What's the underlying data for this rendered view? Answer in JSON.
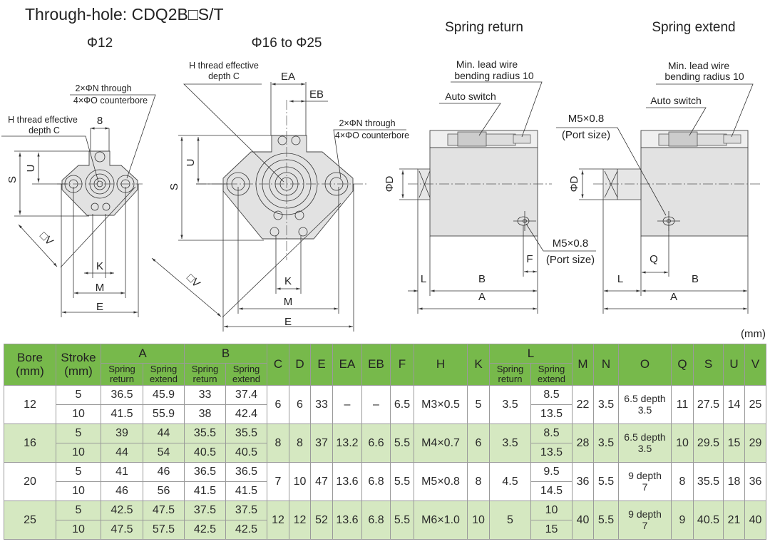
{
  "title": "Through-hole: CDQ2B□S/T",
  "views": {
    "phi12": {
      "label": "Φ12",
      "through_hole": "2×ΦN through",
      "counterbore": "4×ΦO counterbore",
      "thread_line1": "H thread effective",
      "thread_line2": "depth C",
      "dim_8": "8",
      "U": "U",
      "S": "S",
      "K": "K",
      "M": "M",
      "E": "E",
      "V": "□V"
    },
    "phi16_25": {
      "label": "Φ16 to Φ25",
      "thread_line1": "H thread effective",
      "thread_line2": "depth C",
      "EA": "EA",
      "EB": "EB",
      "through_hole": "2×ΦN through",
      "counterbore": "4×ΦO counterbore",
      "U": "U",
      "S": "S",
      "K": "K",
      "M": "M",
      "E": "E",
      "V": "□V"
    },
    "spring_return": {
      "label": "Spring return",
      "lead_wire_1": "Min. lead wire",
      "lead_wire_2": "bending radius 10",
      "auto_switch": "Auto switch",
      "port_1": "M5×0.8",
      "port_2": "(Port size)",
      "D": "ΦD",
      "F": "F",
      "L": "L",
      "B": "B",
      "A": "A"
    },
    "spring_extend": {
      "label": "Spring extend",
      "lead_wire_1": "Min. lead wire",
      "lead_wire_2": "bending radius 10",
      "auto_switch": "Auto switch",
      "port_1": "M5×0.8",
      "port_2": "(Port size)",
      "D": "ΦD",
      "Q": "Q",
      "L": "L",
      "B": "B",
      "A": "A"
    }
  },
  "unit": "(mm)",
  "table": {
    "headers": {
      "bore": "Bore",
      "bore_unit": "(mm)",
      "stroke": "Stroke",
      "stroke_unit": "(mm)",
      "A": "A",
      "B": "B",
      "L": "L",
      "spring_return_1": "Spring",
      "spring_return_2": "return",
      "spring_extend_1": "Spring",
      "spring_extend_2": "extend",
      "C": "C",
      "D": "D",
      "E": "E",
      "EA": "EA",
      "EB": "EB",
      "F": "F",
      "H": "H",
      "K": "K",
      "M": "M",
      "N": "N",
      "O": "O",
      "Q": "Q",
      "S": "S",
      "U": "U",
      "V": "V"
    },
    "rows": [
      {
        "bore": "12",
        "strokes": [
          {
            "stroke": "5",
            "A_sr": "36.5",
            "A_se": "45.9",
            "B_sr": "33",
            "B_se": "37.4",
            "L_se": "8.5"
          },
          {
            "stroke": "10",
            "A_sr": "41.5",
            "A_se": "55.9",
            "B_sr": "38",
            "B_se": "42.4",
            "L_se": "13.5"
          }
        ],
        "C": "6",
        "D": "6",
        "E": "33",
        "EA": "–",
        "EB": "–",
        "F": "6.5",
        "H": "M3×0.5",
        "K": "5",
        "L_sr": "3.5",
        "M": "22",
        "N": "3.5",
        "O_1": "6.5 depth",
        "O_2": "3.5",
        "Q": "11",
        "S": "27.5",
        "U": "14",
        "V": "25"
      },
      {
        "bore": "16",
        "strokes": [
          {
            "stroke": "5",
            "A_sr": "39",
            "A_se": "44",
            "B_sr": "35.5",
            "B_se": "35.5",
            "L_se": "8.5"
          },
          {
            "stroke": "10",
            "A_sr": "44",
            "A_se": "54",
            "B_sr": "40.5",
            "B_se": "40.5",
            "L_se": "13.5"
          }
        ],
        "C": "8",
        "D": "8",
        "E": "37",
        "EA": "13.2",
        "EB": "6.6",
        "F": "5.5",
        "H": "M4×0.7",
        "K": "6",
        "L_sr": "3.5",
        "M": "28",
        "N": "3.5",
        "O_1": "6.5 depth",
        "O_2": "3.5",
        "Q": "10",
        "S": "29.5",
        "U": "15",
        "V": "29"
      },
      {
        "bore": "20",
        "strokes": [
          {
            "stroke": "5",
            "A_sr": "41",
            "A_se": "46",
            "B_sr": "36.5",
            "B_se": "36.5",
            "L_se": "9.5"
          },
          {
            "stroke": "10",
            "A_sr": "46",
            "A_se": "56",
            "B_sr": "41.5",
            "B_se": "41.5",
            "L_se": "14.5"
          }
        ],
        "C": "7",
        "D": "10",
        "E": "47",
        "EA": "13.6",
        "EB": "6.8",
        "F": "5.5",
        "H": "M5×0.8",
        "K": "8",
        "L_sr": "4.5",
        "M": "36",
        "N": "5.5",
        "O_1": "9 depth",
        "O_2": "7",
        "Q": "8",
        "S": "35.5",
        "U": "18",
        "V": "36"
      },
      {
        "bore": "25",
        "strokes": [
          {
            "stroke": "5",
            "A_sr": "42.5",
            "A_se": "47.5",
            "B_sr": "37.5",
            "B_se": "37.5",
            "L_se": "10"
          },
          {
            "stroke": "10",
            "A_sr": "47.5",
            "A_se": "57.5",
            "B_sr": "42.5",
            "B_se": "42.5",
            "L_se": "15"
          }
        ],
        "C": "12",
        "D": "12",
        "E": "52",
        "EA": "13.6",
        "EB": "6.8",
        "F": "5.5",
        "H": "M6×1.0",
        "K": "10",
        "L_sr": "5",
        "M": "40",
        "N": "5.5",
        "O_1": "9 depth",
        "O_2": "7",
        "Q": "9",
        "S": "40.5",
        "U": "21",
        "V": "40"
      }
    ]
  },
  "colors": {
    "header_green": "#77b94b",
    "row_green": "#d5e8c1",
    "body_gray": "#e2e2e2"
  }
}
